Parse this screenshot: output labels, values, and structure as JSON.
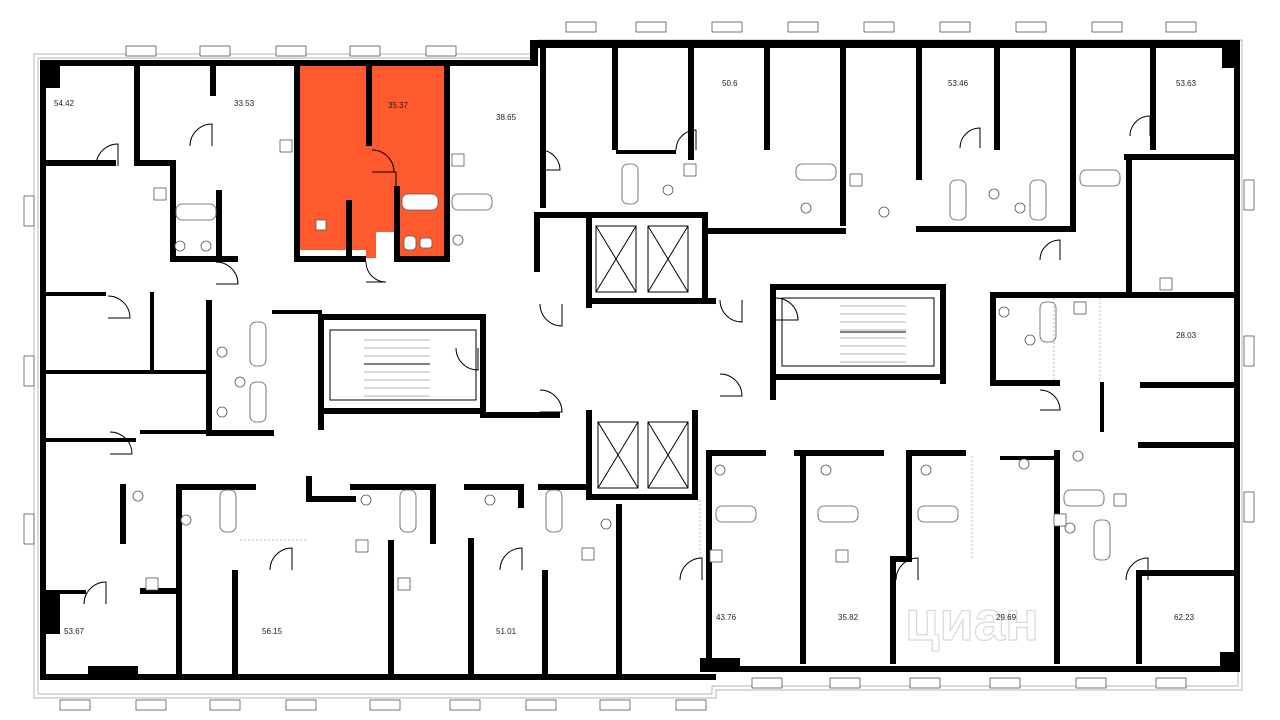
{
  "colors": {
    "highlight": "#ff5a2e",
    "wall": "#000000",
    "background": "#ffffff"
  },
  "apartments": [
    {
      "id": "apt-54-42",
      "area": "54.42"
    },
    {
      "id": "apt-33-53",
      "area": "33.53"
    },
    {
      "id": "apt-35-37",
      "area": "35.37",
      "selected": true
    },
    {
      "id": "apt-38-65",
      "area": "38.65"
    },
    {
      "id": "apt-50-6",
      "area": "50.6"
    },
    {
      "id": "apt-53-46",
      "area": "53.46"
    },
    {
      "id": "apt-53-63",
      "area": "53.63"
    },
    {
      "id": "apt-28-03",
      "area": "28.03"
    },
    {
      "id": "apt-53-67",
      "area": "53.67"
    },
    {
      "id": "apt-56-15",
      "area": "56.15"
    },
    {
      "id": "apt-51-01",
      "area": "51.01"
    },
    {
      "id": "apt-43-76",
      "area": "43.76"
    },
    {
      "id": "apt-35-82",
      "area": "35.82"
    },
    {
      "id": "apt-29-69",
      "area": "29.69"
    },
    {
      "id": "apt-62-23",
      "area": "62.23"
    }
  ],
  "watermark_icon": "cian-logo-watermark"
}
